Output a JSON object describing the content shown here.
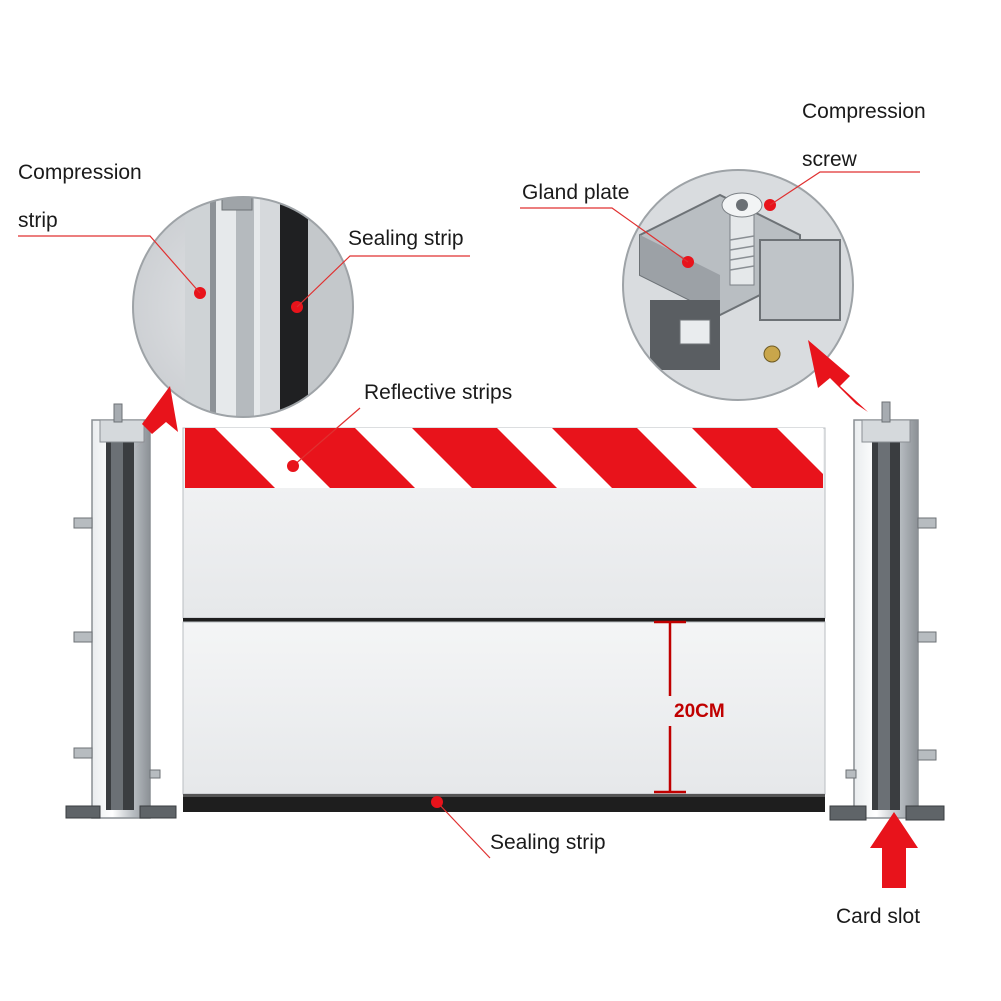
{
  "labels": {
    "compression_strip_line1": "Compression",
    "compression_strip_line2": "strip",
    "sealing_strip_top": "Sealing strip",
    "reflective_strips": "Reflective strips",
    "gland_plate": "Gland plate",
    "compression_screw_line1": "Compression",
    "compression_screw_line2": "screw",
    "sealing_strip_bottom": "Sealing strip",
    "card_slot": "Card slot",
    "panel_height": "20CM"
  },
  "colors": {
    "accent_red": "#e8131b",
    "leader_red": "#e03030",
    "dimension_red": "#c00000",
    "panel_white": "#f1f2f3",
    "frame_silver": "#c9cdd1",
    "rubber_black": "#1e1e1e"
  },
  "icons": {
    "arrow": "red-block-arrow"
  }
}
